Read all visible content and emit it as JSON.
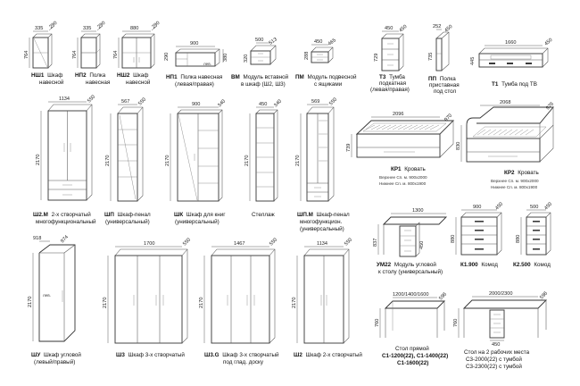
{
  "items": [
    {
      "id": "nsh1",
      "code": "НШ1",
      "caption": [
        "Шкаф",
        "навесной"
      ],
      "dims": [
        "335",
        "290",
        "764"
      ]
    },
    {
      "id": "nsh2-polka",
      "code": "НП2",
      "caption": [
        "Полка",
        "навесная"
      ],
      "dims": [
        "335",
        "290",
        "764"
      ]
    },
    {
      "id": "nsh2",
      "code": "НШ2",
      "caption": [
        "Шкаф",
        "навесной"
      ],
      "dims": [
        "880",
        "290",
        "764"
      ]
    },
    {
      "id": "np1",
      "code": "НП1",
      "caption": [
        "Полка навесная",
        "(левая/правая)"
      ],
      "dims": [
        "900",
        "290",
        "380"
      ],
      "note": "лев."
    },
    {
      "id": "vm",
      "code": "ВМ",
      "caption": [
        "Модуль вставной",
        "в шкаф (Ш2, Ш3)"
      ],
      "dims": [
        "500",
        "513",
        "320"
      ]
    },
    {
      "id": "pm",
      "code": "ПМ",
      "caption": [
        "Модуль подвесной",
        "с ящиками"
      ],
      "dims": [
        "450",
        "465",
        "288"
      ]
    },
    {
      "id": "t3",
      "code": "Т3",
      "caption": [
        "Тумба",
        "подкатная",
        "(левая/правая)"
      ],
      "dims": [
        "450",
        "450",
        "729"
      ]
    },
    {
      "id": "pp",
      "code": "ПП",
      "caption": [
        "Полка",
        "приставная",
        "под стол"
      ],
      "dims": [
        "252",
        "450",
        "735"
      ]
    },
    {
      "id": "t1",
      "code": "Т1",
      "caption": [
        "Тумба под ТВ"
      ],
      "dims": [
        "1660",
        "450",
        "445"
      ]
    },
    {
      "id": "sh2m",
      "code": "Ш2.М",
      "caption": [
        "2-х створчатый",
        "многофункциональный"
      ],
      "dims": [
        "1134",
        "550",
        "2170"
      ]
    },
    {
      "id": "shp",
      "code": "ШП",
      "caption": [
        "Шкаф-пенал",
        "(универсальный)"
      ],
      "dims": [
        "567",
        "550",
        "2170"
      ]
    },
    {
      "id": "shk",
      "code": "ШК",
      "caption": [
        "Шкаф для книг",
        "(универсальный)"
      ],
      "dims": [
        "900",
        "340",
        "2170"
      ]
    },
    {
      "id": "stellazh",
      "code": "",
      "caption": [
        "Стеллаж"
      ],
      "dims": [
        "450",
        "340",
        "2170"
      ]
    },
    {
      "id": "shpm",
      "code": "ШП.М",
      "caption": [
        "Шкаф-пенал",
        "многофункцион.",
        "(универсальный)"
      ],
      "dims": [
        "569",
        "550",
        "2170"
      ]
    },
    {
      "id": "kr1",
      "code": "КР1",
      "caption": [
        "Кровать"
      ],
      "sub": [
        "Верхнее Сп. м. 900х2000",
        "Нижнее Сп. м. 800х1900"
      ],
      "dims": [
        "2096",
        "970",
        "739"
      ]
    },
    {
      "id": "kr2",
      "code": "КР2",
      "caption": [
        "Кровать"
      ],
      "sub": [
        "Верхнее Сп. м. 900х2000",
        "Нижнее Сп. м. 800х1900"
      ],
      "dims": [
        "2068",
        "976",
        "830"
      ]
    },
    {
      "id": "um22",
      "code": "УМ22",
      "caption": [
        "Модуль угловой",
        "к столу (универсальный)"
      ],
      "dims": [
        "1300",
        "837",
        "450"
      ]
    },
    {
      "id": "k1900",
      "code": "К1.900",
      "caption": [
        "Комод"
      ],
      "dims": [
        "900",
        "450",
        "880"
      ]
    },
    {
      "id": "k2500",
      "code": "К2.500",
      "caption": [
        "Комод"
      ],
      "dims": [
        "500",
        "450",
        "880"
      ]
    },
    {
      "id": "shu",
      "code": "ШУ",
      "caption": [
        "Шкаф угловой",
        "(левый/правый)"
      ],
      "dims": [
        "918",
        "974",
        "2170"
      ],
      "note": "лев."
    },
    {
      "id": "sh3",
      "code": "Ш3",
      "caption": [
        "Шкаф 3-х створчатый"
      ],
      "dims": [
        "1700",
        "550",
        "2170"
      ]
    },
    {
      "id": "sh3g",
      "code": "Ш3.G",
      "caption": [
        "Шкаф 3-х створчатый",
        "под глад. доску"
      ],
      "dims": [
        "1467",
        "550",
        "2170"
      ]
    },
    {
      "id": "sh2",
      "code": "Ш2",
      "caption": [
        "Шкаф 2-х створчатый"
      ],
      "dims": [
        "1134",
        "550",
        "2170"
      ]
    },
    {
      "id": "stol-pr",
      "code": "",
      "caption": [
        "Стол прямой",
        "С1-1200(22), С1-1400(22)",
        "С1-1600(22)"
      ],
      "dims": [
        "1200/1400/1600",
        "596",
        "760"
      ]
    },
    {
      "id": "stol-2",
      "code": "",
      "caption": [
        "Стол на 2 рабочих места",
        "С3-2000(22) с тумбой",
        "С3-2300(22) с тумбой"
      ],
      "dims": [
        "2000/2300",
        "596",
        "760",
        "450"
      ]
    }
  ]
}
